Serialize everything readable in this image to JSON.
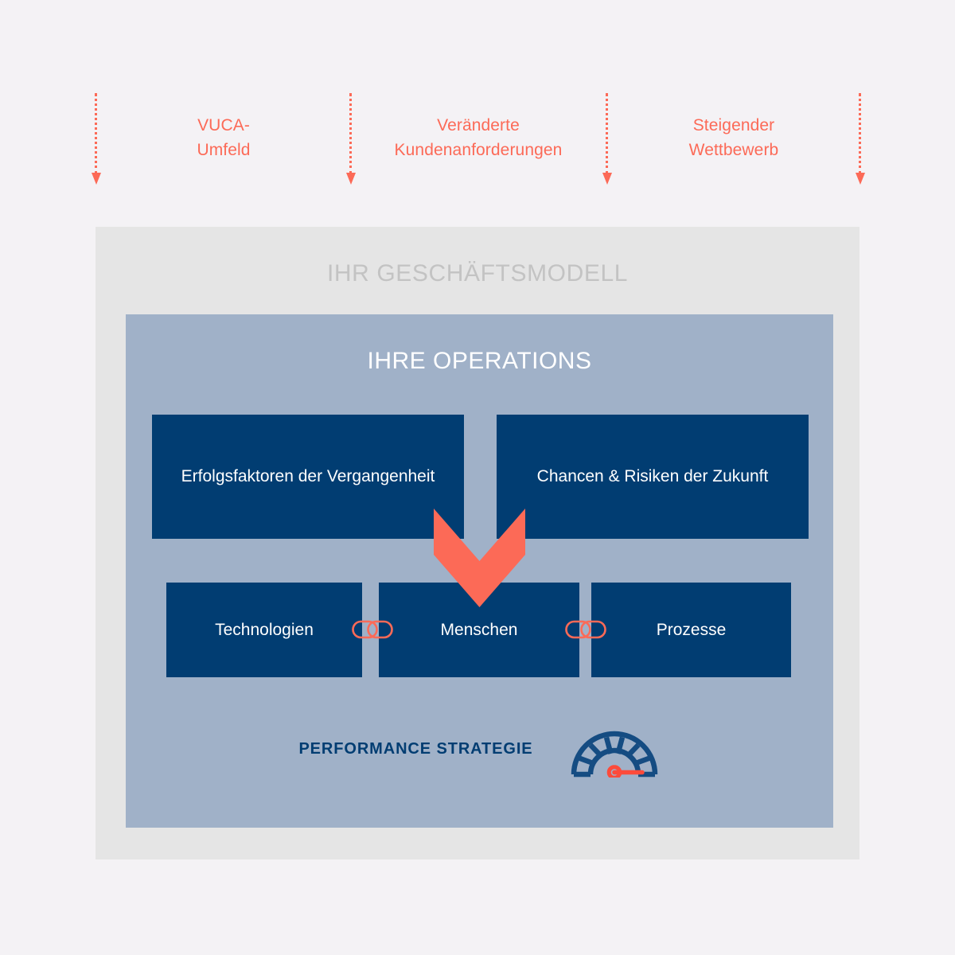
{
  "colors": {
    "background": "#f4f2f5",
    "accent_coral": "#fc6a57",
    "navy": "#013d72",
    "steel_blue": "#a0b1c8",
    "container_grey": "#e5e5e5",
    "title_grey": "#c3c3c3",
    "white": "#ffffff"
  },
  "pressures": {
    "labels": [
      {
        "line1": "VUCA-",
        "line2": "Umfeld"
      },
      {
        "line1": "Veränderte",
        "line2": "Kundenanforderungen"
      },
      {
        "line1": "Steigender",
        "line2": "Wettbewerb"
      }
    ],
    "arrow_count": 4,
    "arrow_icon": "dotted-down-arrow-icon"
  },
  "business_model": {
    "title": "IHR GESCHÄFTSMODELL"
  },
  "operations": {
    "title": "IHRE OPERATIONS",
    "top_cards": [
      {
        "label": "Erfolgsfaktoren der Vergangenheit"
      },
      {
        "label": "Chancen & Risiken der Zukunft"
      }
    ],
    "bottom_cards": [
      {
        "label": "Technologien"
      },
      {
        "label": "Menschen"
      },
      {
        "label": "Prozesse"
      }
    ],
    "connectors": [
      {
        "icon": "chain-link-icon"
      },
      {
        "icon": "chain-link-icon"
      }
    ],
    "down_arrow_icon": "chevron-down-arrow-icon",
    "performance": {
      "label": "PERFORMANCE STRATEGIE",
      "icon": "gauge-speedometer-icon"
    }
  }
}
